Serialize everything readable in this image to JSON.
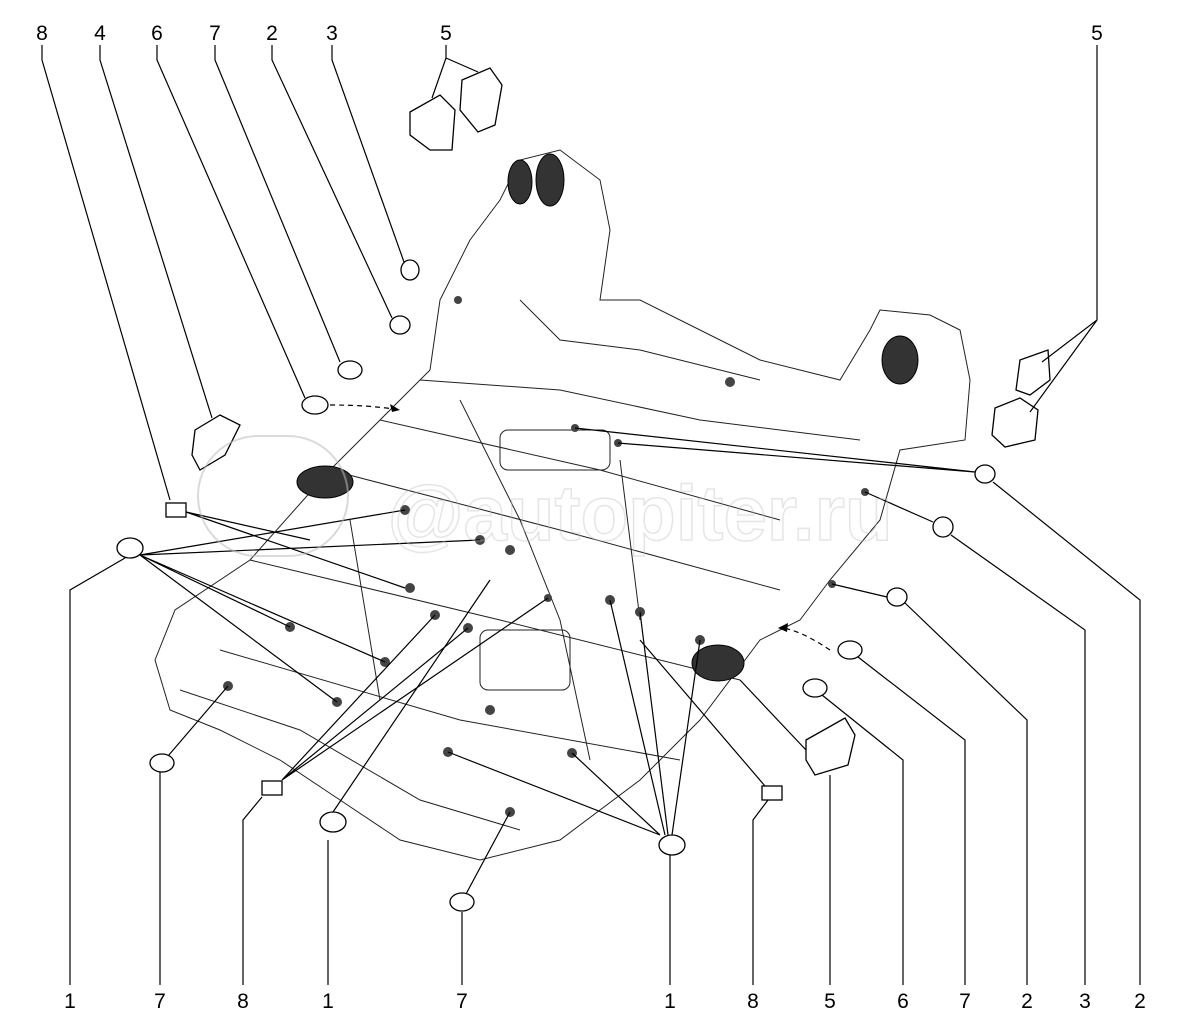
{
  "watermark": "autopiter.ru",
  "labels_top": [
    "8",
    "4",
    "6",
    "7",
    "2",
    "3",
    "5",
    "5"
  ],
  "labels_bottom": [
    "1",
    "7",
    "8",
    "1",
    "7",
    "1",
    "8",
    "5",
    "6",
    "7",
    "2",
    "3",
    "2"
  ]
}
